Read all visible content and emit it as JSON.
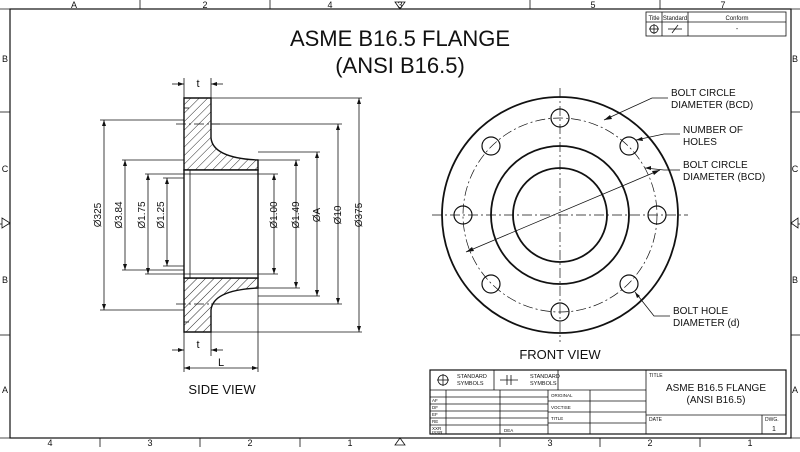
{
  "drawing": {
    "title_line1": "ASME B16.5 FLANGE",
    "title_line2": "(ANSI B16.5)",
    "border_columns_top": [
      "A",
      "2",
      "3",
      "4",
      "5",
      "7"
    ],
    "border_columns_bottom": [
      "4",
      "3",
      "2",
      "1",
      "3",
      "2",
      "1"
    ],
    "border_rows_left": [
      "B",
      "C",
      "B",
      "A"
    ],
    "border_rows_right": [
      "B",
      "C",
      "B",
      "A"
    ]
  },
  "side_view": {
    "label": "SIDE VIEW",
    "dims": {
      "t_top": "t",
      "t_bottom": "t",
      "L": "L",
      "d325": "Ø325",
      "d384": "Ø3.84",
      "d175": "Ø1.75",
      "d125": "Ø1.25",
      "d100": "Ø1.00",
      "d149": "Ø1.49",
      "dA": "ØA",
      "d10": "Ø10",
      "d375": "Ø375"
    }
  },
  "front_view": {
    "label": "FRONT VIEW",
    "callouts": {
      "bcd1_line1": "BOLT CIRCLE",
      "bcd1_line2": "DIAMETER (BCD)",
      "holes_line1": "NUMBER OF",
      "holes_line2": "HOLES",
      "bcd2_line1": "BOLT CIRCLE",
      "bcd2_line2": "DIAMETER (BCD)",
      "bolt_hole_line1": "BOLT HOLE",
      "bolt_hole_line2": "DIAMETER (d)"
    }
  },
  "top_table": {
    "col1": "Title",
    "col2": "Standard",
    "col3": "Conform",
    "val3": "-"
  },
  "title_block": {
    "std_symbols_1_line1": "STANDARD",
    "std_symbols_1_line2": "SYMBOLS",
    "std_symbols_2_line1": "STANDARD",
    "std_symbols_2_line2": "SYMBOLS",
    "original": "ORIGINAL",
    "voctise": "VOCTISE",
    "title_label": "TITLE",
    "title_line1": "ASME B16.5 FLANGE",
    "title_line2": "(ANSI B16.5)",
    "date_label": "DATE",
    "dwg_label": "DWG.",
    "dwg_value": "1",
    "title_small": "TITLE",
    "row_labels": [
      "AF",
      "DF",
      "EF",
      "RE",
      "XXR",
      "ISSR"
    ],
    "dea": "DEA"
  }
}
